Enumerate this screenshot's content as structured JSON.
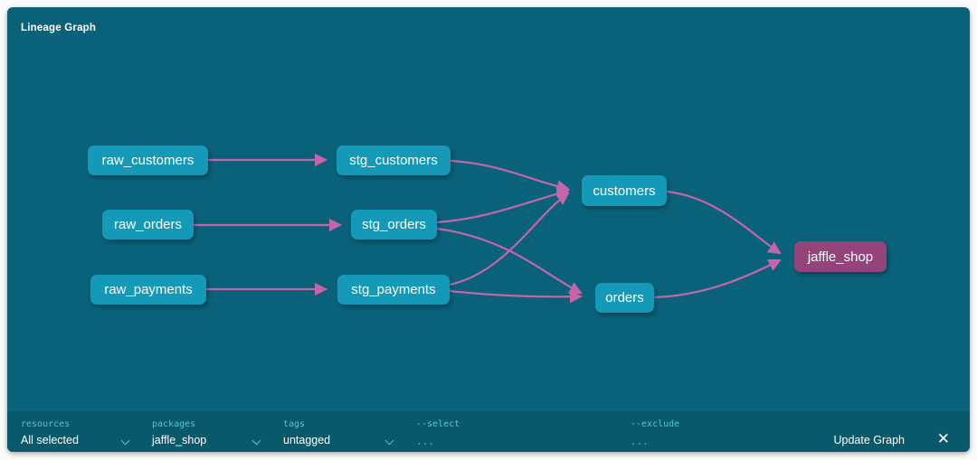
{
  "header": {
    "title": "Lineage Graph"
  },
  "graph": {
    "nodes": [
      {
        "id": "raw_customers",
        "label": "raw_customers",
        "kind": "model"
      },
      {
        "id": "raw_orders",
        "label": "raw_orders",
        "kind": "model"
      },
      {
        "id": "raw_payments",
        "label": "raw_payments",
        "kind": "model"
      },
      {
        "id": "stg_customers",
        "label": "stg_customers",
        "kind": "model"
      },
      {
        "id": "stg_orders",
        "label": "stg_orders",
        "kind": "model"
      },
      {
        "id": "stg_payments",
        "label": "stg_payments",
        "kind": "model"
      },
      {
        "id": "customers",
        "label": "customers",
        "kind": "model"
      },
      {
        "id": "orders",
        "label": "orders",
        "kind": "model"
      },
      {
        "id": "jaffle_shop",
        "label": "jaffle_shop",
        "kind": "highlighted"
      }
    ],
    "edges": [
      {
        "source": "raw_customers",
        "target": "stg_customers"
      },
      {
        "source": "raw_orders",
        "target": "stg_orders"
      },
      {
        "source": "raw_payments",
        "target": "stg_payments"
      },
      {
        "source": "stg_customers",
        "target": "customers"
      },
      {
        "source": "stg_orders",
        "target": "customers"
      },
      {
        "source": "stg_orders",
        "target": "orders"
      },
      {
        "source": "stg_payments",
        "target": "customers"
      },
      {
        "source": "stg_payments",
        "target": "orders"
      },
      {
        "source": "customers",
        "target": "jaffle_shop"
      },
      {
        "source": "orders",
        "target": "jaffle_shop"
      }
    ]
  },
  "toolbar": {
    "filters": [
      {
        "label": "resources",
        "value": "All selected",
        "has_dropdown": true
      },
      {
        "label": "packages",
        "value": "jaffle_shop",
        "has_dropdown": true
      },
      {
        "label": "tags",
        "value": "untagged",
        "has_dropdown": true
      },
      {
        "label": "--select",
        "value": "...",
        "has_dropdown": false
      },
      {
        "label": "--exclude",
        "value": "...",
        "has_dropdown": false
      }
    ],
    "update_button": "Update Graph",
    "close_icon": "✕"
  },
  "colors": {
    "canvas": "#0a627a",
    "toolbar": "#09596d",
    "node": "#1599b9",
    "node_highlight": "#95437b",
    "edge": "#c466a8",
    "filter_label": "#54c4d8",
    "text": "#ffffff"
  }
}
